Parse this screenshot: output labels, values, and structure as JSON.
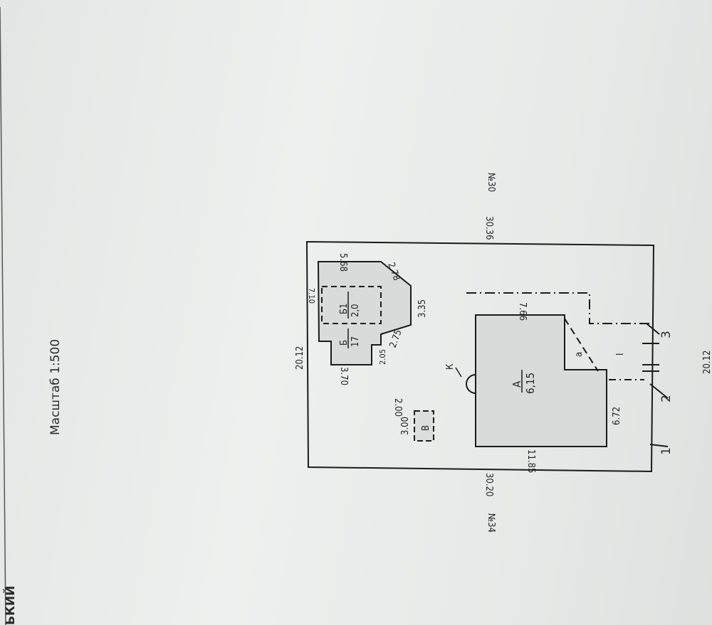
{
  "header": {
    "scale_label": "Масштаб 1:500",
    "cut_title": "ЬКИЙ"
  },
  "neighbors": {
    "top": "№30",
    "bottom": "№34"
  },
  "plot": {
    "top_length": "30.36",
    "bottom_length": "30.20",
    "left_width": "20.12",
    "right_width": "20.12"
  },
  "building_b": {
    "label": "Б",
    "value": "17",
    "sub_label": "Б1",
    "sub_value": "2,0",
    "dims": {
      "top": "5.68",
      "diag_top": "2.78",
      "right": "3.35",
      "diag_bottom": "2.75",
      "step": "2.05",
      "bottom": "3.70",
      "left": "7.10"
    }
  },
  "building_a": {
    "label": "А",
    "value": "6,15",
    "dims": {
      "top": "7.66",
      "right": "6.72",
      "bottom": "11.85"
    },
    "porch_label": "а",
    "entrance_label": "К"
  },
  "shed_v": {
    "label": "В",
    "width": "2.00",
    "length": "3.00"
  },
  "fence": {
    "marker_1": "1",
    "marker_2": "2",
    "marker_3": "3",
    "section_label": "I"
  },
  "colors": {
    "line": "#1a1a1a",
    "fill": "#d6d8d7",
    "paper": "#eceeed"
  }
}
